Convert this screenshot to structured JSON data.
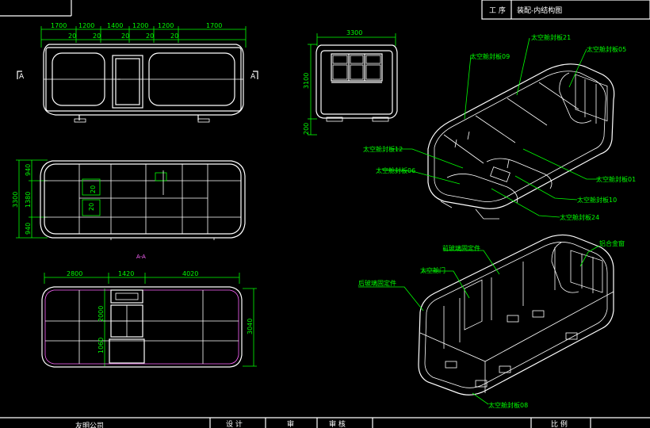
{
  "title_block": {
    "process_label": "工 序",
    "drawing_name": "装配-内结构图",
    "company": "友明公司",
    "design": "设 计",
    "review": "审",
    "check": "审 核",
    "scale": "比 例"
  },
  "front_view": {
    "widths": [
      "1700",
      "1200",
      "1400",
      "1200",
      "1200",
      "1700"
    ],
    "gaps": [
      "20",
      "20",
      "20",
      "20",
      "20"
    ],
    "section_marks": [
      "A",
      "A"
    ]
  },
  "side_view": {
    "width": "3300",
    "height": "3100",
    "base": "200"
  },
  "top_view": {
    "heights": [
      "940",
      "1380",
      "940"
    ],
    "total": "3300",
    "inner": [
      "20",
      "20"
    ]
  },
  "section_view": {
    "label": "A-A",
    "widths": [
      "2800",
      "1420",
      "4020"
    ],
    "door_h": [
      "2000",
      "1060"
    ],
    "depth": "3040"
  },
  "iso_upper_labels": [
    "太空舱封板21",
    "太空舱封板09",
    "太空舱封板05",
    "太空舱封板12",
    "太空舱封板06",
    "太空舱封板01",
    "太空舱封板10",
    "太空舱封板24"
  ],
  "iso_lower_labels": [
    "前玻璃固定件",
    "铝合金窗",
    "太空舱门",
    "后玻璃固定件",
    "太空舱封板08"
  ]
}
